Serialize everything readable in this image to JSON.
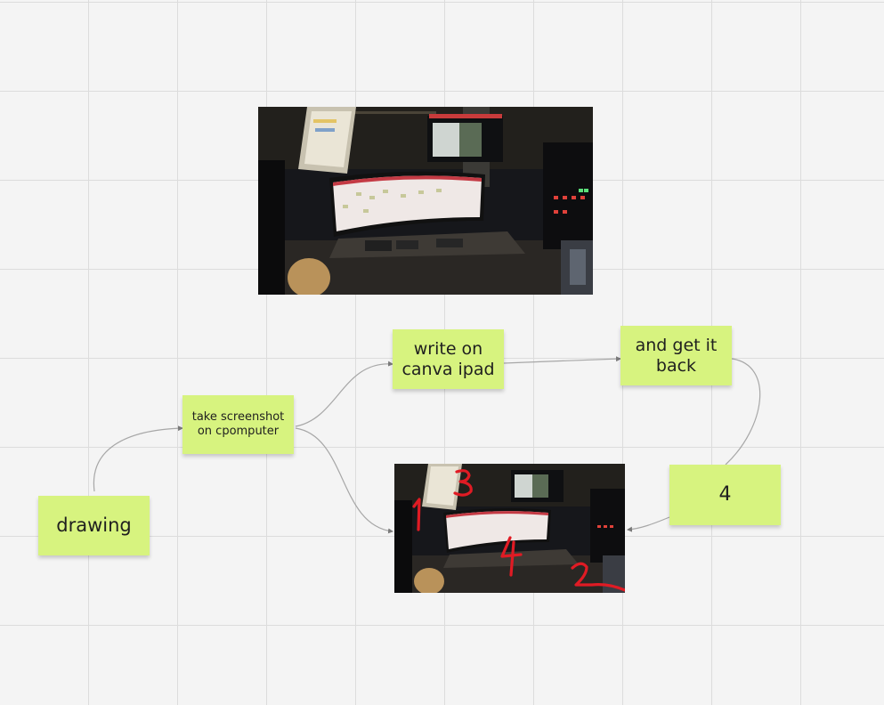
{
  "board": {
    "grid_color": "#dcdcdc",
    "background_color": "#f4f4f4",
    "sticky_color": "#d7f37f",
    "connector_color": "#a7a7a7"
  },
  "notes": {
    "drawing": "drawing",
    "screenshot": "take screenshot\non cpomputer",
    "write": "write on\ncanva ipad",
    "getback": "and get it\nback",
    "four": "4"
  },
  "images": {
    "photo_top": "studio-desk-photo",
    "photo_bottom": "annotated-studio-desk-photo",
    "annotation_marks": [
      "1",
      "2",
      "3",
      "4"
    ],
    "annotation_color": "#e01b24"
  }
}
